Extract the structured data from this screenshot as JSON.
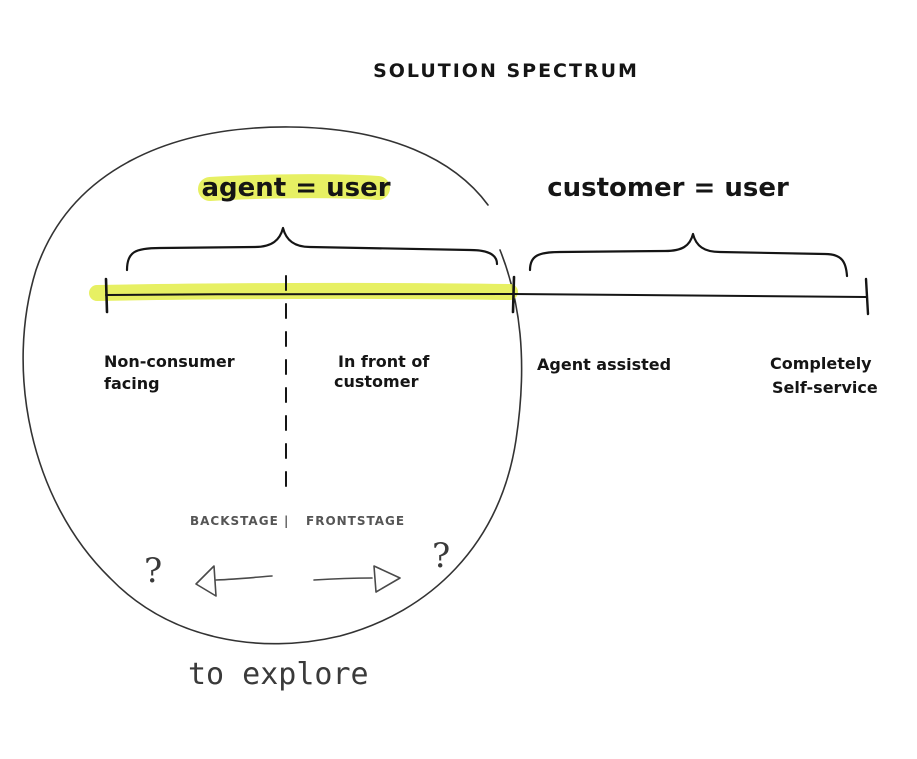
{
  "title": "SOLUTION SPECTRUM",
  "headings": {
    "agent": "agent = user",
    "customer": "customer = user"
  },
  "labels": {
    "non_consumer": [
      "Non-consumer",
      "facing"
    ],
    "in_front": [
      "In front of",
      "customer"
    ],
    "agent_assisted": "Agent assisted",
    "self_service": [
      "Completely",
      "Self-service"
    ]
  },
  "stages": {
    "backstage": "BACKSTAGE",
    "divider": "|",
    "frontstage": "FRONTSTAGE"
  },
  "question_mark": "?",
  "footer": "to explore",
  "colors": {
    "highlight": "#e4ee52",
    "ink": "#151515",
    "pencil": "#4a4a4a"
  },
  "icons": {
    "left_arrow": "arrow-left-icon",
    "right_arrow": "arrow-right-icon"
  }
}
